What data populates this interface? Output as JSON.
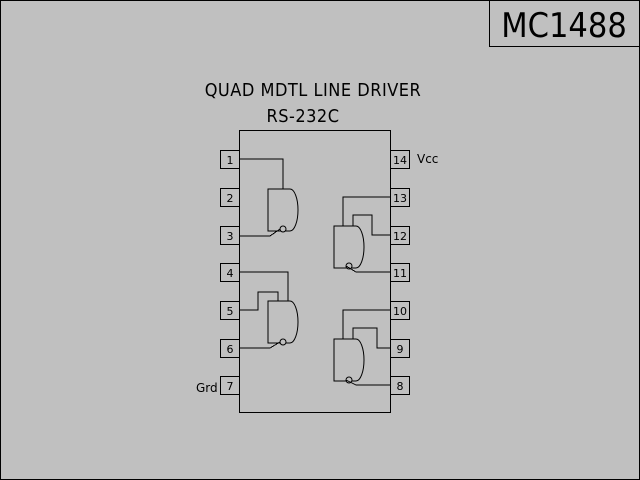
{
  "part_number": "MC1488",
  "title_line1": "QUAD MDTL LINE DRIVER",
  "title_line2": "RS-232C",
  "vcc_label": "Vcc",
  "gnd_label": "Grd",
  "pins": {
    "p1": "1",
    "p2": "2",
    "p3": "3",
    "p4": "4",
    "p5": "5",
    "p6": "6",
    "p7": "7",
    "p8": "8",
    "p9": "9",
    "p10": "10",
    "p11": "11",
    "p12": "12",
    "p13": "13",
    "p14": "14"
  }
}
